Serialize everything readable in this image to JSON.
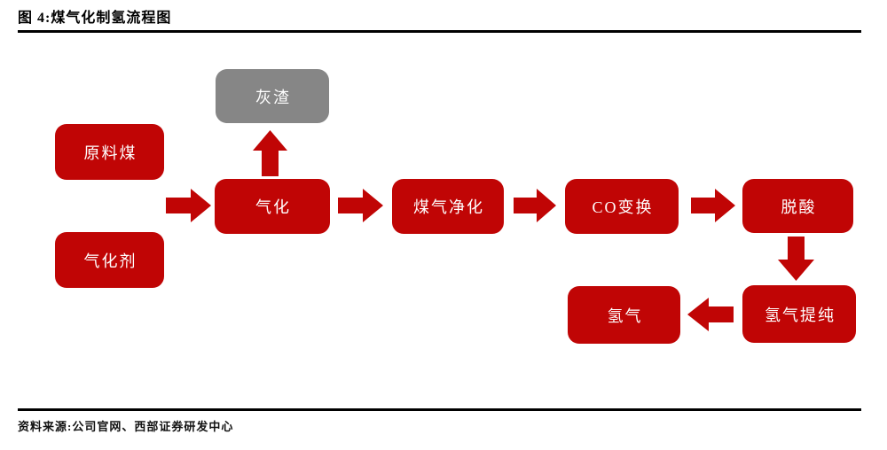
{
  "page": {
    "title": "图 4:煤气化制氢流程图",
    "source": "资料来源:公司官网、西部证券研发中心"
  },
  "colors": {
    "node_red": "#c00505",
    "node_gray": "#868686",
    "rule_black": "#000000",
    "node_text": "#ffffff"
  },
  "flow": {
    "type": "flowchart",
    "nodes": {
      "raw_coal": {
        "label": "原料煤",
        "color": "red"
      },
      "gasifying_agent": {
        "label": "气化剂",
        "color": "red"
      },
      "ash": {
        "label": "灰渣",
        "color": "gray"
      },
      "gasification": {
        "label": "气化",
        "color": "red"
      },
      "gas_purification": {
        "label": "煤气净化",
        "color": "red"
      },
      "co_shift": {
        "label": "CO变换",
        "color": "red"
      },
      "deacidification": {
        "label": "脱酸",
        "color": "red"
      },
      "h2_purification": {
        "label": "氢气提纯",
        "color": "red"
      },
      "hydrogen": {
        "label": "氢气",
        "color": "red"
      }
    },
    "edges": [
      {
        "from": "原料煤",
        "to": "气化",
        "direction": "right"
      },
      {
        "from": "气化剂",
        "to": "气化",
        "direction": "right"
      },
      {
        "from": "气化",
        "to": "灰渣",
        "direction": "up"
      },
      {
        "from": "气化",
        "to": "煤气净化",
        "direction": "right"
      },
      {
        "from": "煤气净化",
        "to": "CO变换",
        "direction": "right"
      },
      {
        "from": "CO变换",
        "to": "脱酸",
        "direction": "right"
      },
      {
        "from": "脱酸",
        "to": "氢气提纯",
        "direction": "down"
      },
      {
        "from": "氢气提纯",
        "to": "氢气",
        "direction": "left"
      }
    ]
  }
}
